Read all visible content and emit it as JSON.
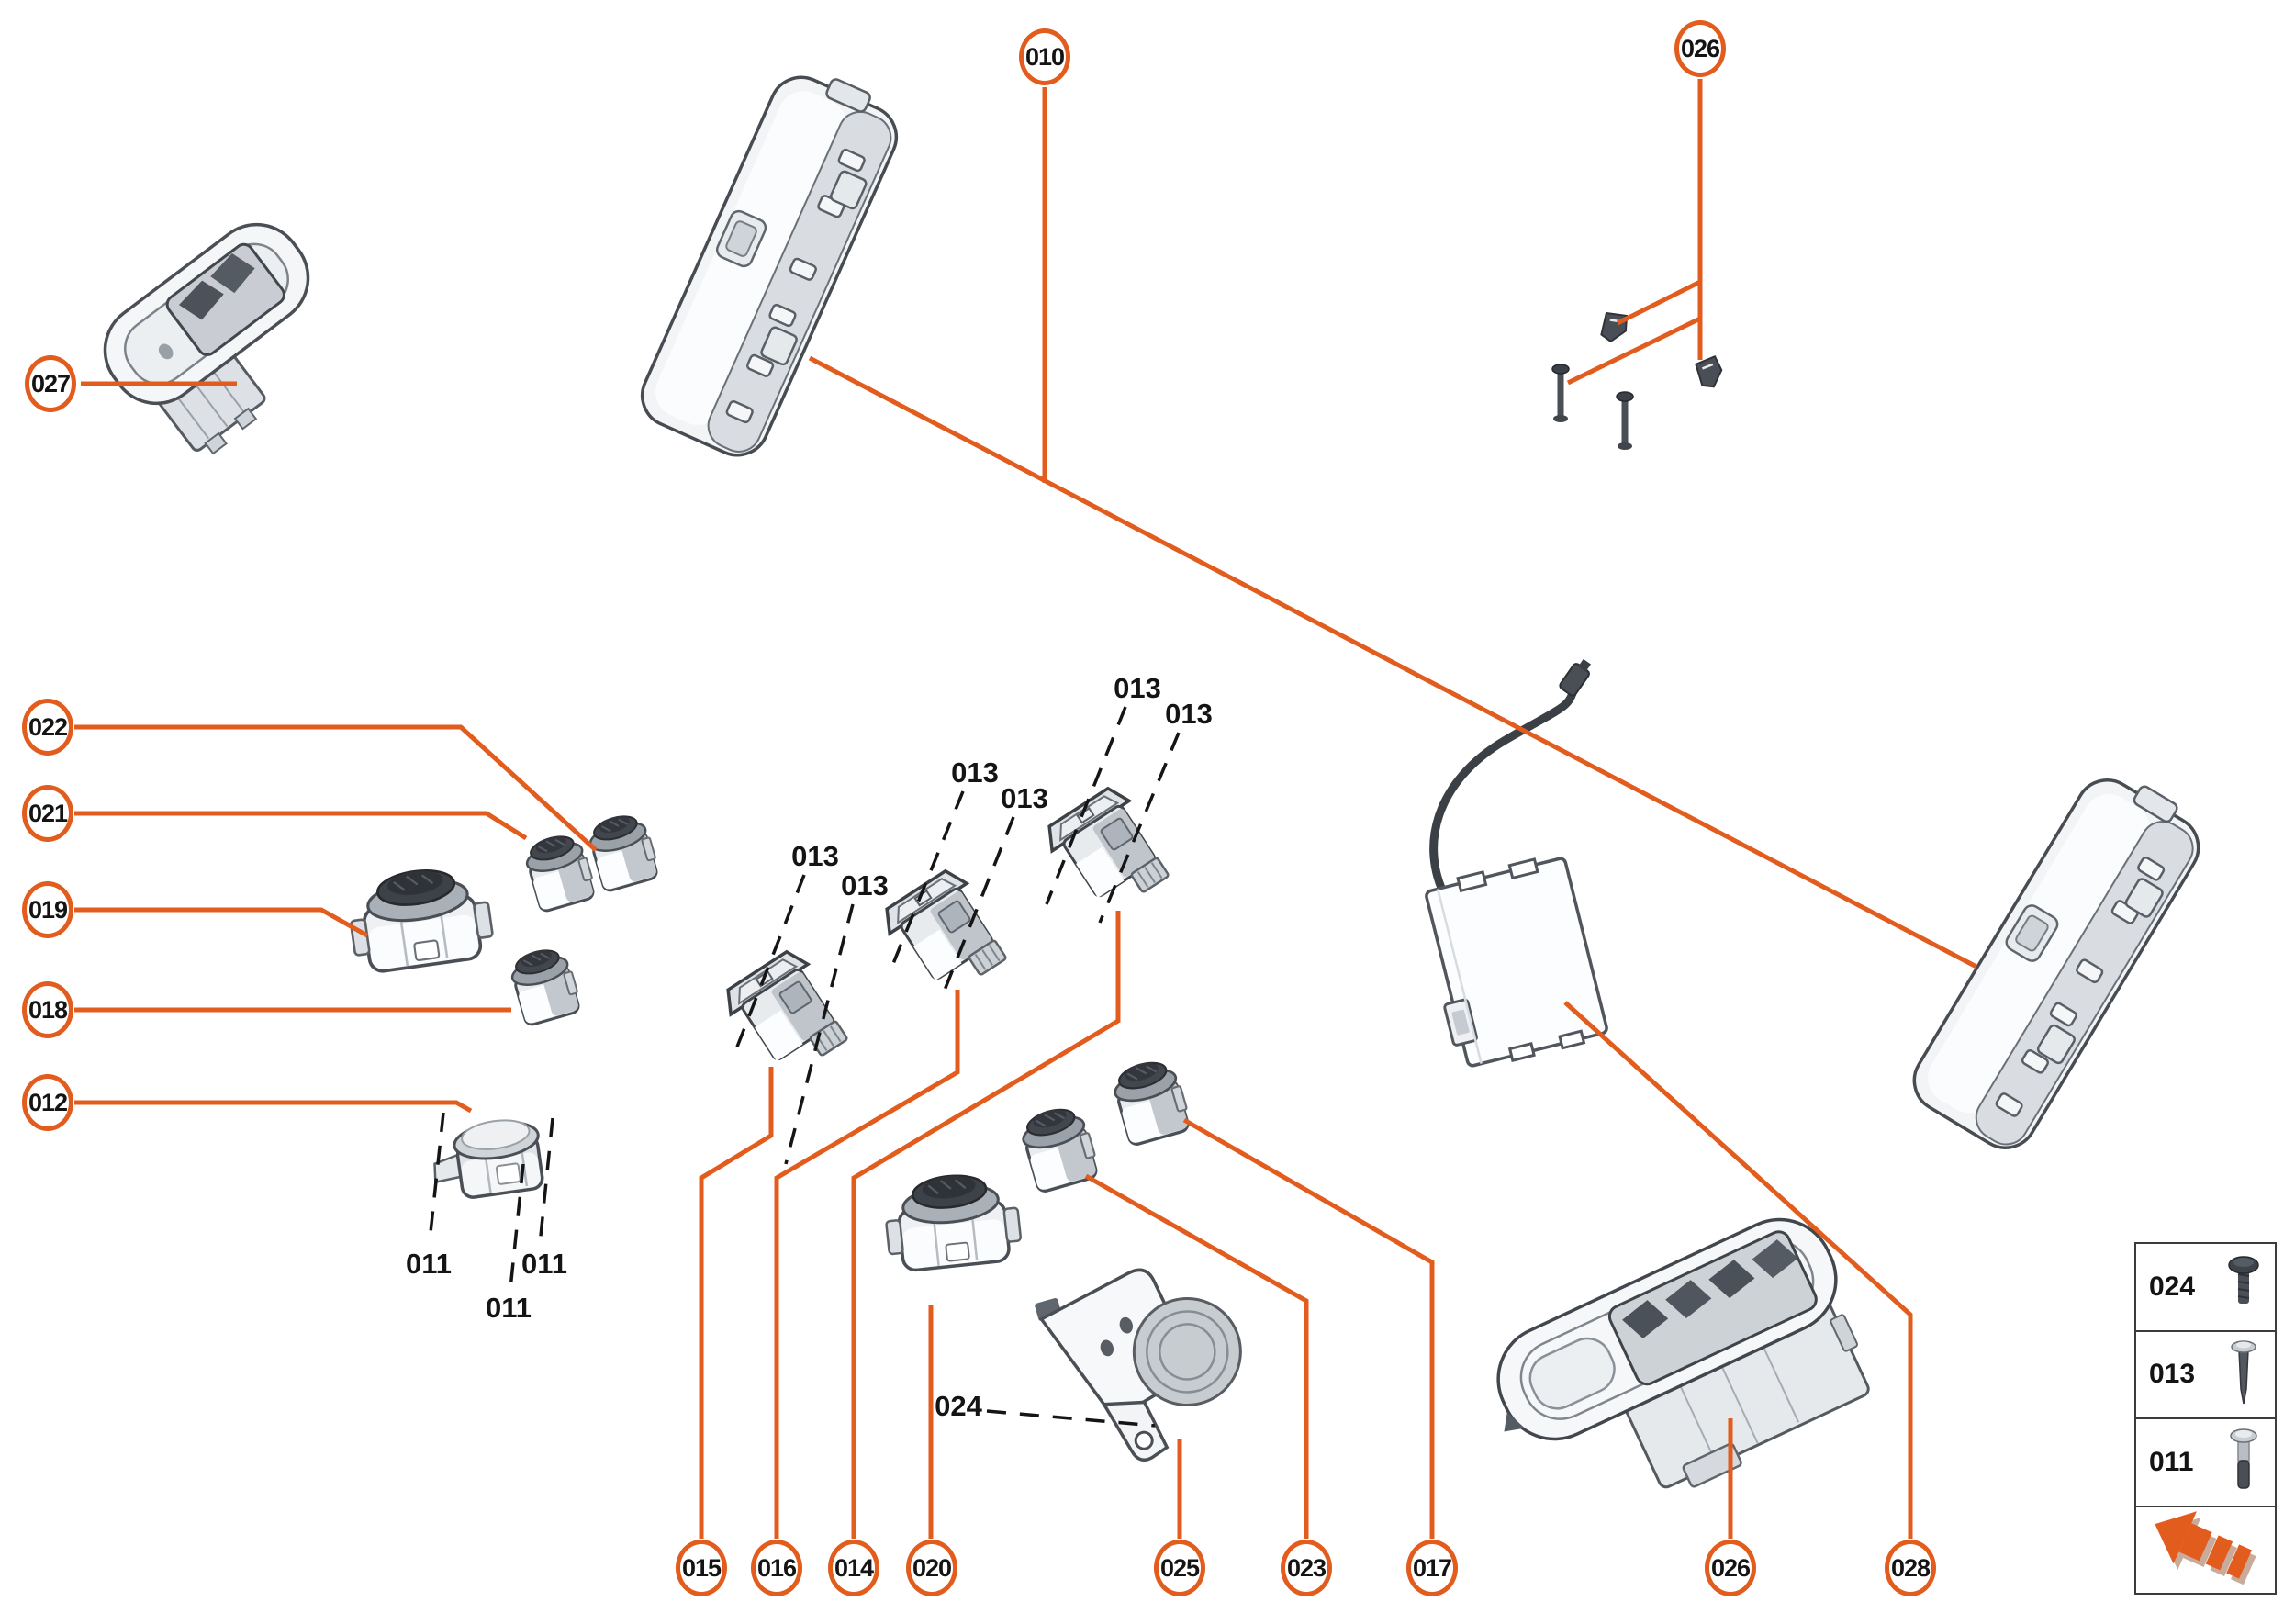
{
  "diagram": {
    "accent_color": "#e25c1d",
    "text_color": "#141414",
    "callouts": [
      "010",
      "026",
      "027",
      "022",
      "021",
      "019",
      "018",
      "012",
      "015",
      "016",
      "014",
      "020",
      "025",
      "023",
      "017",
      "026",
      "028"
    ],
    "part_labels": [
      "013",
      "013",
      "013",
      "013",
      "013",
      "013",
      "011",
      "011",
      "011",
      "024"
    ],
    "legend": {
      "rows": [
        {
          "label": "024",
          "icon": "short-screw-icon"
        },
        {
          "label": "013",
          "icon": "tapping-screw-icon"
        },
        {
          "label": "011",
          "icon": "bolt-icon"
        }
      ],
      "arrow_icon": "direction-arrow-icon"
    }
  }
}
